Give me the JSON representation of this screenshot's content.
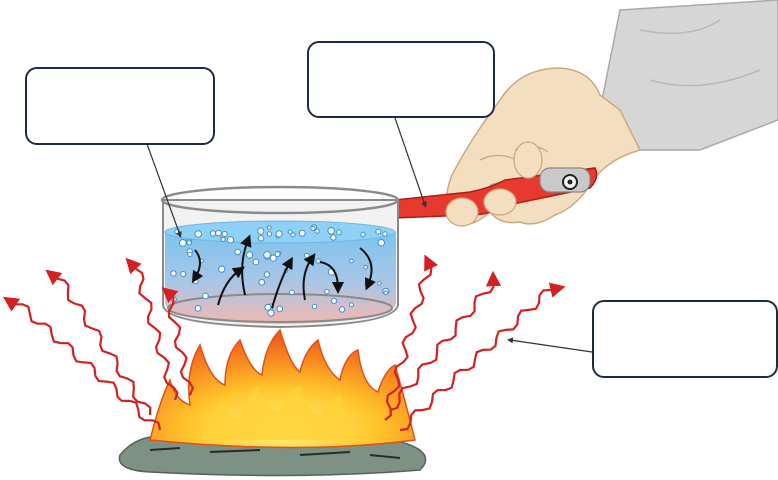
{
  "diagram": {
    "labels": [
      {
        "id": "convection",
        "text": ""
      },
      {
        "id": "conduction",
        "text": ""
      },
      {
        "id": "radiation",
        "text": ""
      }
    ]
  },
  "colors": {
    "box_border": "#1f2a44",
    "radiation_wave": "#d42020",
    "water_top": "#7ec3ef",
    "water_bottom": "#f2b8b0",
    "handle": "#e8392e",
    "skin": "#f3dfc0",
    "sleeve": "#cfcfcf",
    "flame_outer": "#f26a1b",
    "flame_inner": "#ffd23a",
    "coal": "#7d9184"
  }
}
